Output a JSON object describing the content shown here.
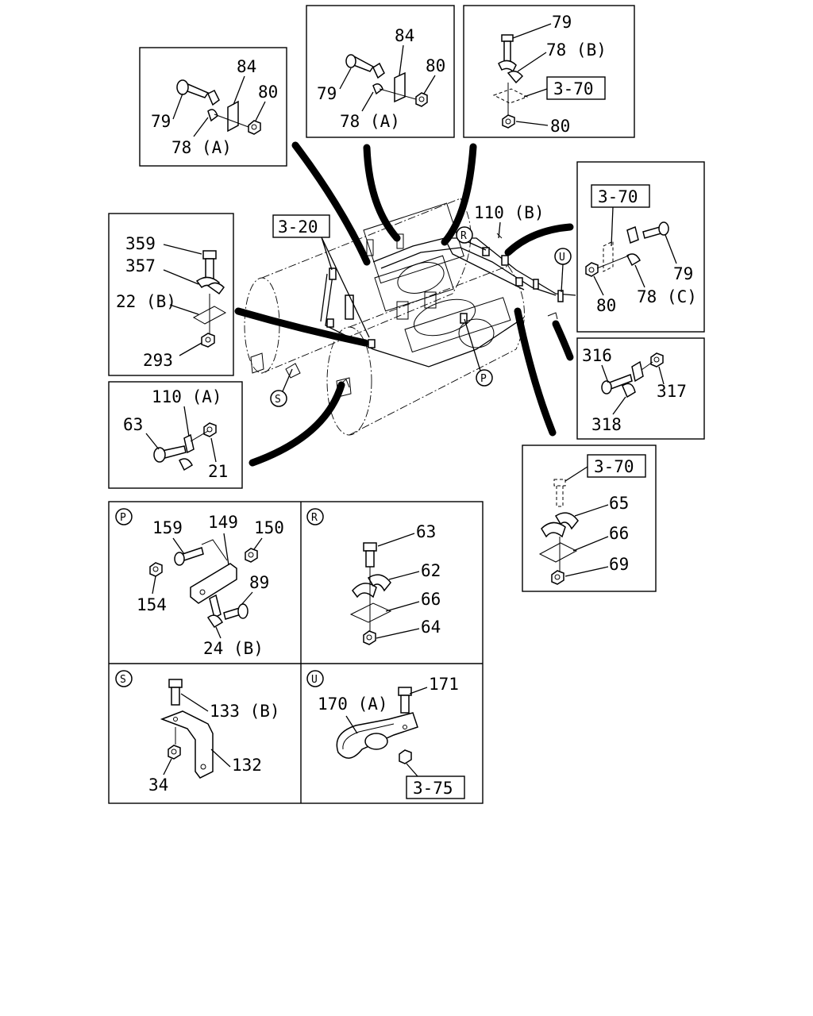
{
  "detail_a": {
    "labels": [
      "84",
      "80",
      "79",
      "78 (A)"
    ]
  },
  "detail_b": {
    "labels": [
      "84",
      "80",
      "79",
      "78 (A)"
    ]
  },
  "detail_c": {
    "labels": [
      "79",
      "78 (B)",
      "80"
    ],
    "ref": "3-70"
  },
  "detail_d": {
    "labels": [
      "359",
      "357",
      "22 (B)",
      "293"
    ]
  },
  "detail_e": {
    "labels": [
      "110 (A)",
      "63",
      "21"
    ]
  },
  "detail_f": {
    "labels": [
      "79",
      "80",
      "78 (C)"
    ],
    "ref": "3-70"
  },
  "detail_g": {
    "labels": [
      "316",
      "317",
      "318"
    ]
  },
  "detail_h": {
    "labels": [
      "65",
      "66",
      "69"
    ],
    "ref": "3-70"
  },
  "main_view": {
    "ref": "3-20",
    "labels": [
      "110 (B)"
    ],
    "markers": [
      "R",
      "U",
      "P",
      "S"
    ]
  },
  "panel_p": {
    "marker": "P",
    "labels": [
      "159",
      "149",
      "150",
      "154",
      "89",
      "24 (B)"
    ]
  },
  "panel_r": {
    "marker": "R",
    "labels": [
      "63",
      "62",
      "66",
      "64"
    ]
  },
  "panel_s": {
    "marker": "S",
    "labels": [
      "133 (B)",
      "132",
      "34"
    ]
  },
  "panel_u": {
    "marker": "U",
    "labels": [
      "171",
      "170 (A)"
    ],
    "ref": "3-75"
  }
}
